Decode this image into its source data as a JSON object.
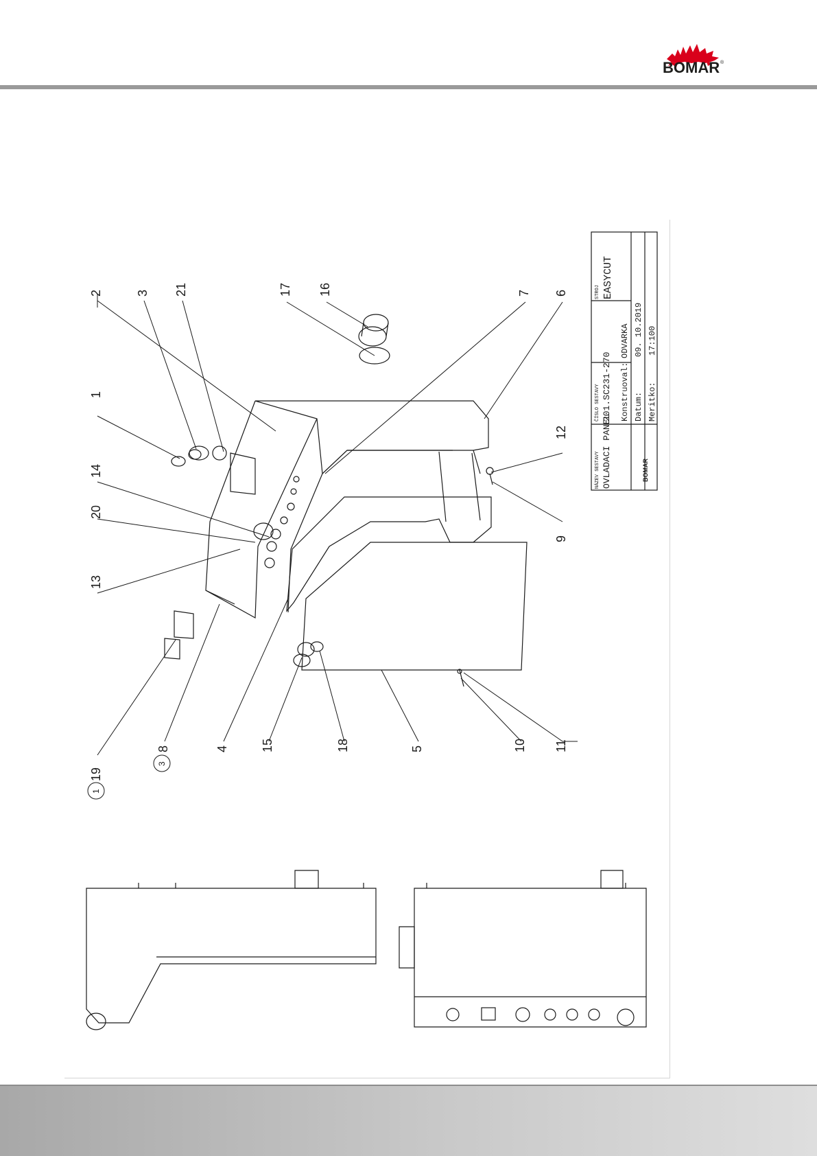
{
  "brand": {
    "name": "BOMAR",
    "registered": "®",
    "color": "#d9001b"
  },
  "balloons": [
    "1",
    "2",
    "3",
    "4",
    "5",
    "6",
    "7",
    "8",
    "9",
    "10",
    "11",
    "12",
    "13",
    "14",
    "15",
    "16",
    "17",
    "18",
    "19",
    "20",
    "21"
  ],
  "circled_callouts": [
    "1",
    "3"
  ],
  "title_block": {
    "assembly_label": "NÁZEV SESTAVY",
    "assembly_name": "OVLADACI PANEL",
    "number_label": "ČÍSLO SESTAVY",
    "number_value": "201.SC231-270",
    "machine_label": "STROJ",
    "machine_value": "EASYCUT",
    "designer_label": "Konstruoval:",
    "designer_value": "ODVARKA",
    "date_label": "Datum:",
    "date_value": "09. 10.2019",
    "scale_label": "Meritko:",
    "scale_value": "17:100",
    "mini_logo": "BOMAR"
  },
  "colors": {
    "line": "#1a1a1a",
    "header_rule": "#9a9a9a",
    "footer_light": "#dedede",
    "footer_dark": "#a8a8a8"
  }
}
